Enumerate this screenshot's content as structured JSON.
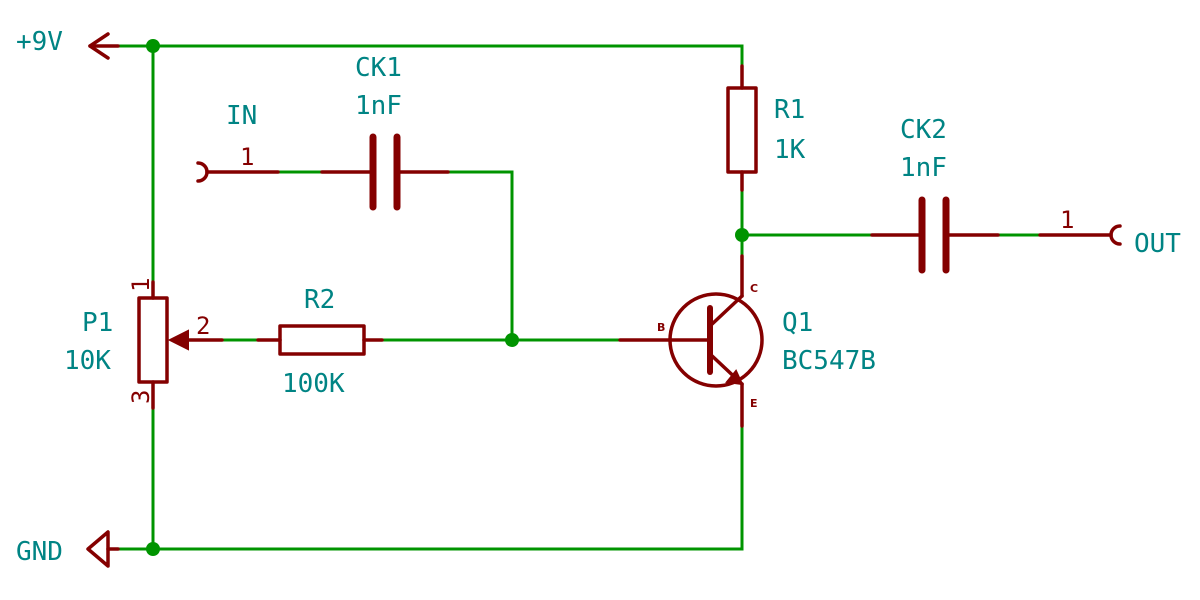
{
  "power": {
    "supply": "+9V",
    "ground": "GND"
  },
  "connectors": {
    "input": {
      "name": "IN",
      "pin": "1"
    },
    "output": {
      "name": "OUT",
      "pin": "1"
    }
  },
  "components": {
    "ck1": {
      "ref": "CK1",
      "value": "1nF"
    },
    "ck2": {
      "ref": "CK2",
      "value": "1nF"
    },
    "r1": {
      "ref": "R1",
      "value": "1K"
    },
    "r2": {
      "ref": "R2",
      "value": "100K"
    },
    "p1": {
      "ref": "P1",
      "value": "10K",
      "pins": [
        "1",
        "2",
        "3"
      ]
    },
    "q1": {
      "ref": "Q1",
      "value": "BC547B",
      "pins": {
        "base": "B",
        "collector": "C",
        "emitter": "E"
      }
    }
  },
  "colors": {
    "wire": "#009400",
    "component": "#840000",
    "label": "#008484",
    "background": "#ffffff"
  }
}
